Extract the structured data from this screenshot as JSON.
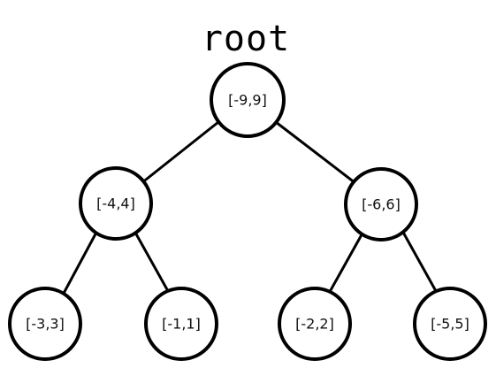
{
  "diagram": {
    "root_label": "root",
    "colors": {
      "stroke": "#000000",
      "fill": "#ffffff",
      "text": "#111111"
    },
    "nodes": [
      {
        "id": "n1",
        "label": "[-9,9]"
      },
      {
        "id": "n2",
        "label": "[-4,4]"
      },
      {
        "id": "n3",
        "label": "[-6,6]"
      },
      {
        "id": "n4",
        "label": "[-3,3]"
      },
      {
        "id": "n5",
        "label": "[-1,1]"
      },
      {
        "id": "n6",
        "label": "[-2,2]"
      },
      {
        "id": "n7",
        "label": "[-5,5]"
      }
    ],
    "edges": [
      {
        "from": "n1",
        "to": "n2"
      },
      {
        "from": "n1",
        "to": "n3"
      },
      {
        "from": "n2",
        "to": "n4"
      },
      {
        "from": "n2",
        "to": "n5"
      },
      {
        "from": "n3",
        "to": "n6"
      },
      {
        "from": "n3",
        "to": "n7"
      }
    ]
  }
}
